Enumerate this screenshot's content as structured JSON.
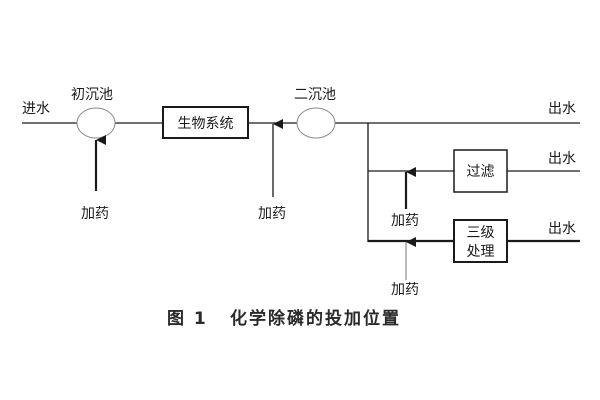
{
  "diagram": {
    "inlet_label": "进水",
    "primary_clarifier_label": "初沉池",
    "bio_system_label": "生物系统",
    "secondary_clarifier_label": "二沉池",
    "filter_label": "过滤",
    "tertiary_label_line1": "三级",
    "tertiary_label_line2": "处理",
    "outlet_labels": [
      "出水",
      "出水",
      "出水"
    ],
    "dosing_labels": [
      "加药",
      "加药",
      "加药",
      "加药"
    ]
  },
  "caption": {
    "figure_number": "图 1",
    "title": "化学除磷的投加位置"
  },
  "colors": {
    "line": "#1a1a1a",
    "ellipse_stroke": "#888888"
  }
}
